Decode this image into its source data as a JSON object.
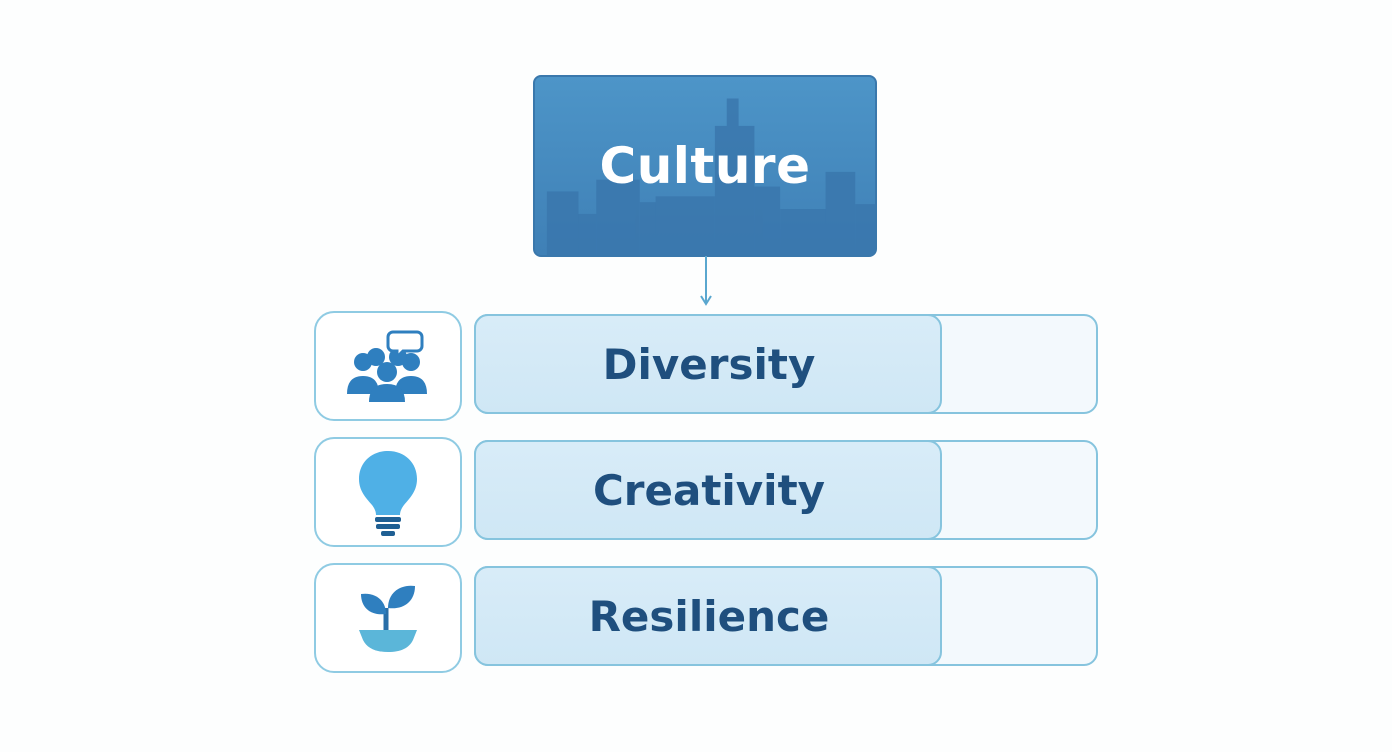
{
  "diagram": {
    "root": {
      "label": "Culture",
      "color": "#4a8fc4"
    },
    "items": [
      {
        "label": "Diversity",
        "icon": "people-group-icon",
        "level": 0.75
      },
      {
        "label": "Creativity",
        "icon": "lightbulb-icon",
        "level": 0.75
      },
      {
        "label": "Resilience",
        "icon": "sprout-icon",
        "level": 0.75
      }
    ],
    "colors": {
      "accent": "#4a8fc4",
      "border": "#86c4de",
      "fill": "#d3e9f6",
      "text": "#1f4f7e"
    }
  }
}
